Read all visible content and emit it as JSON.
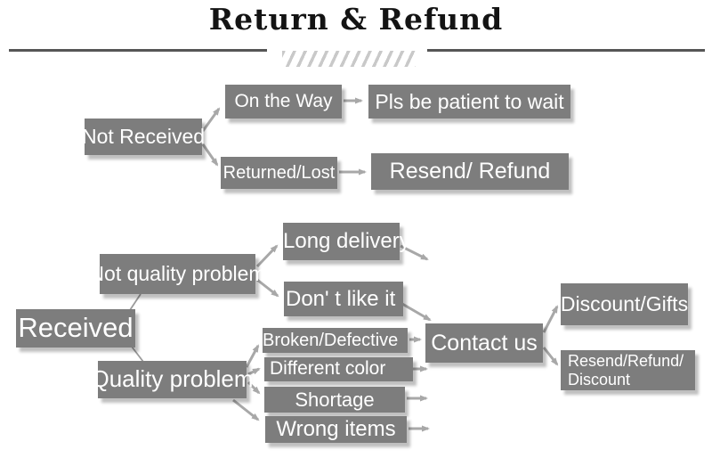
{
  "title": "Return & Refund",
  "colors": {
    "box": "#7d7d7d",
    "box_text": "#ffffff",
    "arrow": "#a8a8a8",
    "divider": "#565656",
    "hatch": "#c9c9c9",
    "title_text": "#141414"
  },
  "flow": {
    "not_received": {
      "label": "Not Received",
      "on_the_way": {
        "label": "On the Way",
        "result": {
          "label": "Pls be patient to wait"
        }
      },
      "returned_lost": {
        "label": "Returned/Lost",
        "result": {
          "label": "Resend/ Refund"
        }
      }
    },
    "received": {
      "label": "Received",
      "not_quality_problem": {
        "label": "Not quality problem",
        "long_delivery": {
          "label": "Long delivery"
        },
        "dont_like_it": {
          "label": "Don' t like it"
        }
      },
      "quality_problem": {
        "label": "Quality problem",
        "broken_defective": {
          "label": "Broken/Defective"
        },
        "different_color": {
          "label": "Different color"
        },
        "shortage": {
          "label": "Shortage"
        },
        "wrong_items": {
          "label": "Wrong items"
        }
      },
      "contact_us": {
        "label": "Contact us",
        "discount_gifts": {
          "label": "Discount/Gifts"
        },
        "resend_refund_discount": {
          "label": "Resend/Refund/\nDiscount"
        }
      }
    }
  }
}
